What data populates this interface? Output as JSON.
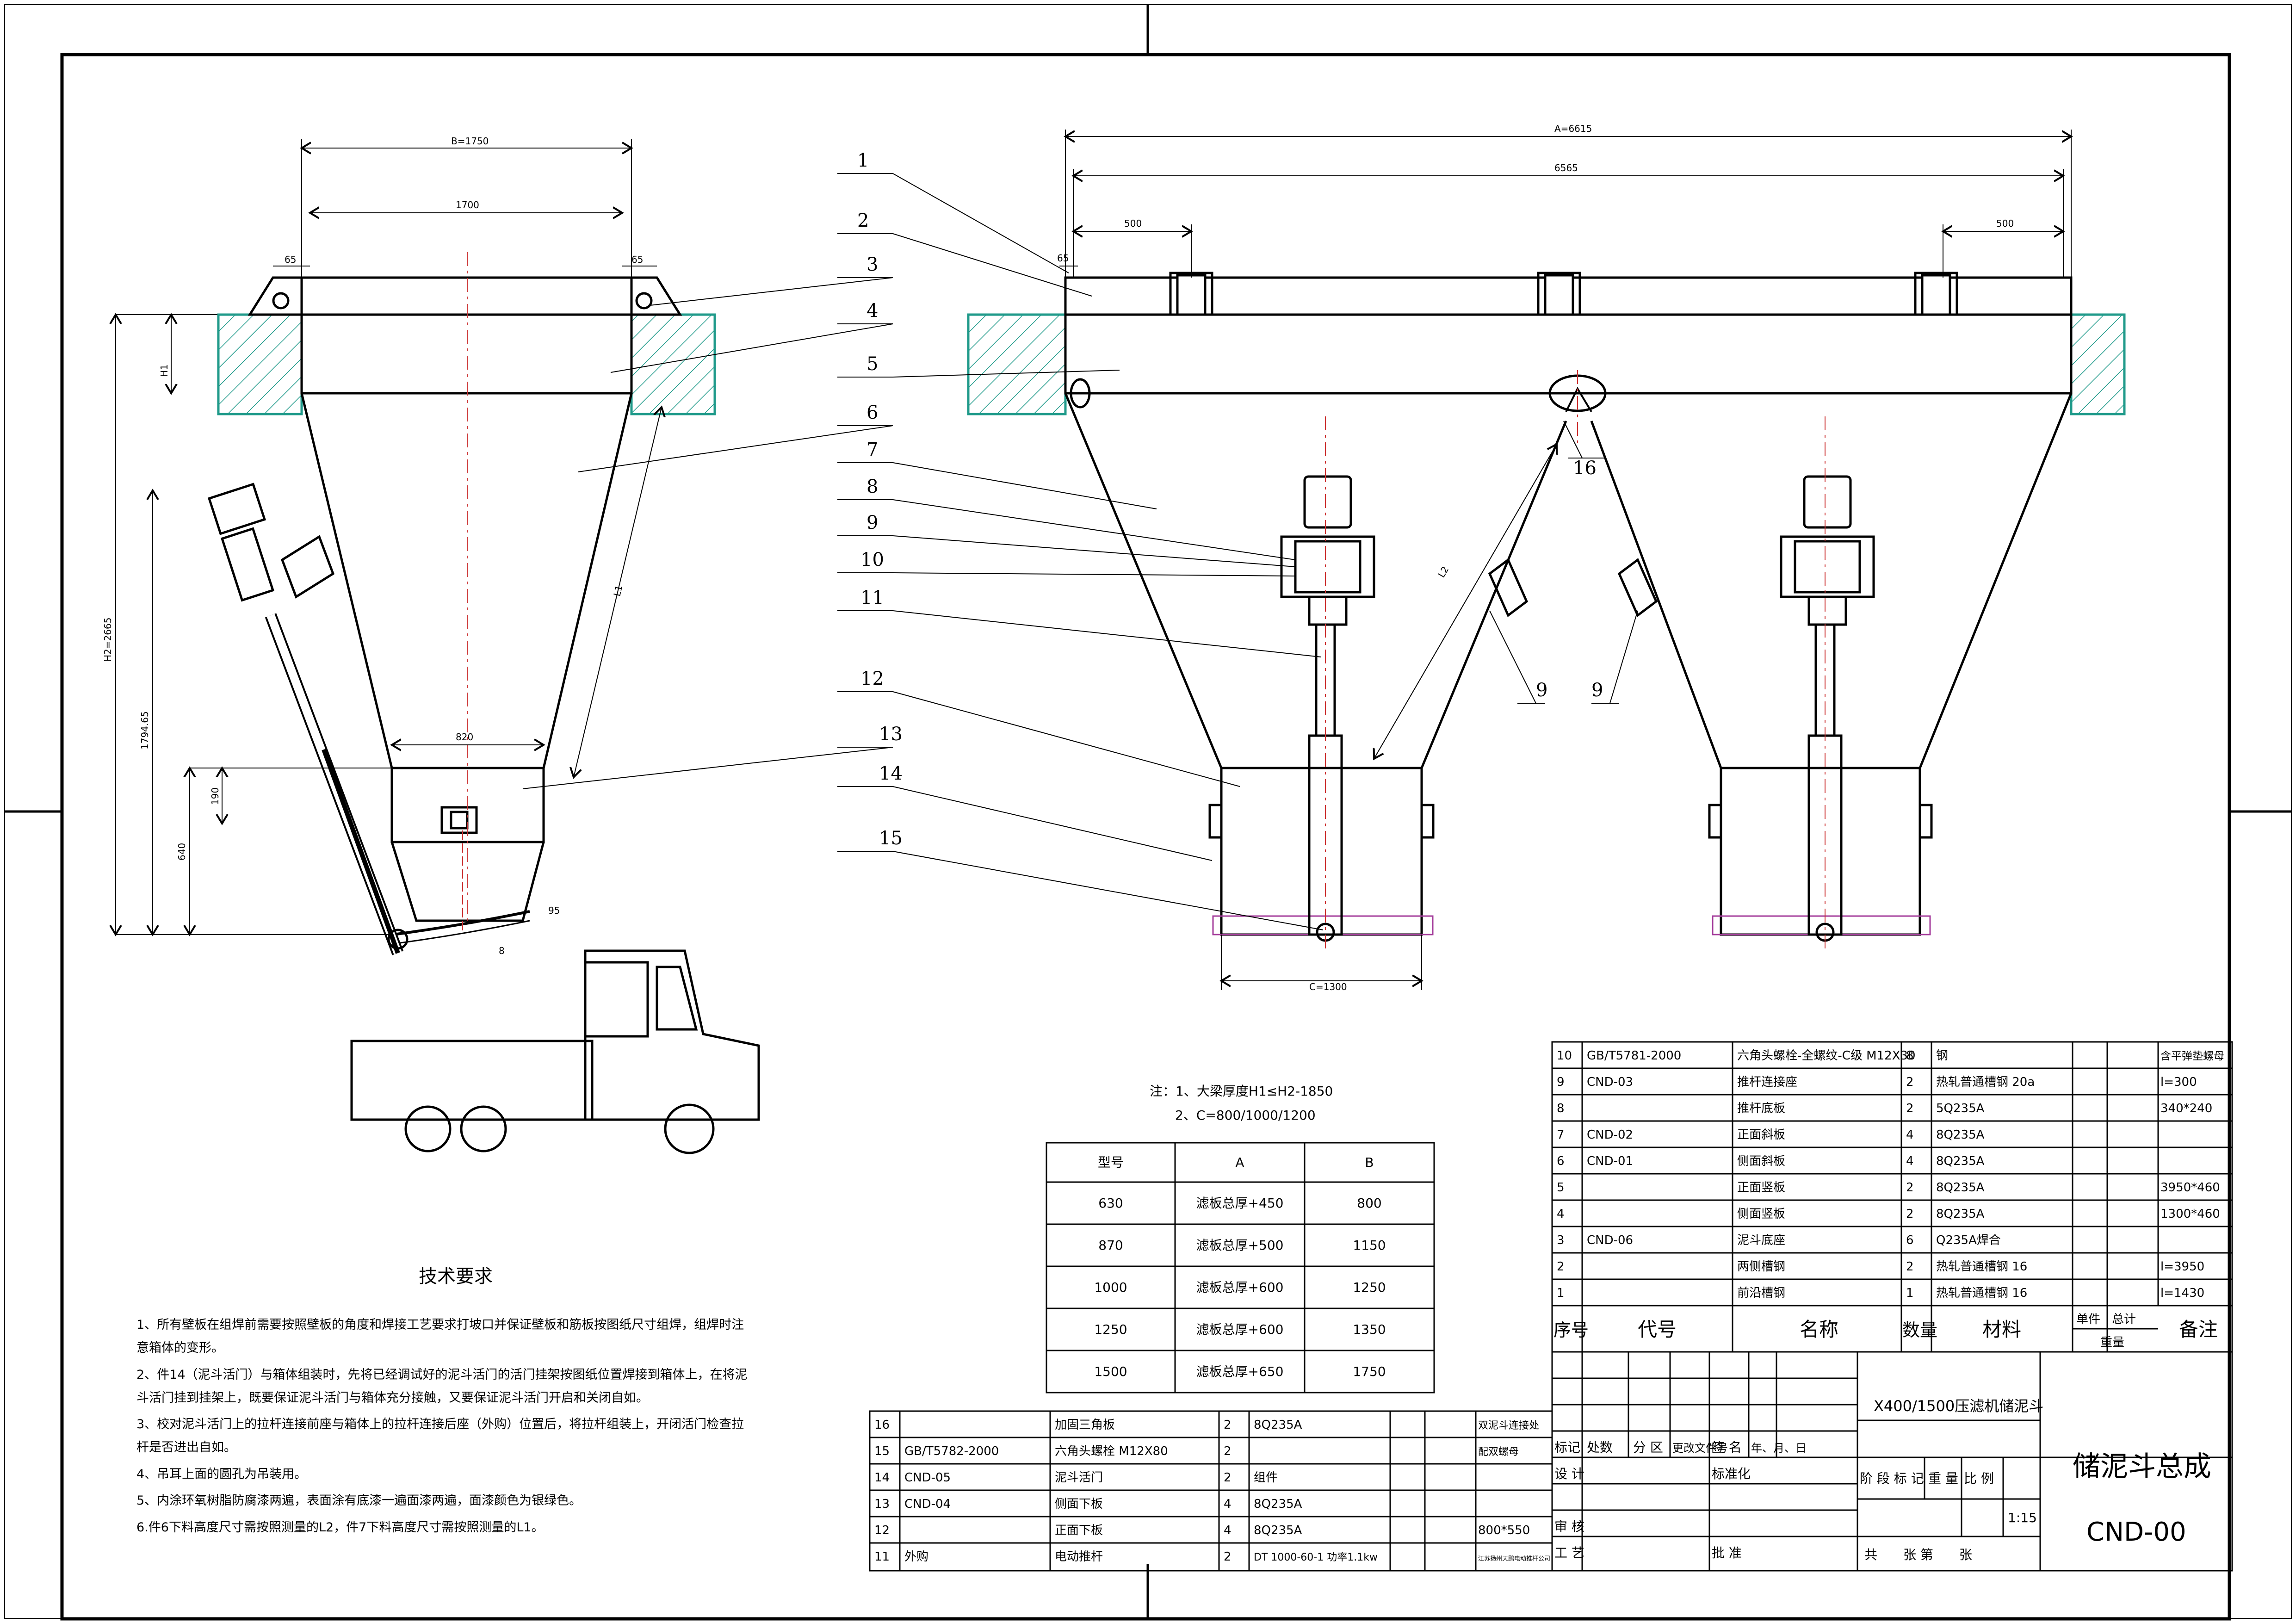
{
  "dimensions": {
    "side_B": "B=1750",
    "side_inner": "1700",
    "side_lug_left": "65",
    "side_lug_right": "65",
    "side_H1": "H1",
    "side_H2": "H2=2665",
    "side_mid": "1794.65",
    "side_L1": "L1",
    "side_820": "820",
    "side_190": "190",
    "side_640": "640",
    "side_8": "8",
    "side_95": "95",
    "front_A": "A=6615",
    "front_6565": "6565",
    "front_500_left": "500",
    "front_500_right": "500",
    "front_65": "65",
    "front_L2": "L2",
    "front_C": "C=1300"
  },
  "callouts": [
    "1",
    "2",
    "3",
    "4",
    "5",
    "6",
    "7",
    "8",
    "9",
    "10",
    "11",
    "12",
    "13",
    "14",
    "15"
  ],
  "callout_16": "16",
  "callout_9a": "9",
  "callout_9b": "9",
  "notes": {
    "line1": "注：1、大梁厚度H1≤H2-1850",
    "line2": "2、C=800/1000/1200"
  },
  "model_table": {
    "headers": [
      "型号",
      "A",
      "B"
    ],
    "rows": [
      [
        "630",
        "滤板总厚+450",
        "800"
      ],
      [
        "870",
        "滤板总厚+500",
        "1150"
      ],
      [
        "1000",
        "滤板总厚+600",
        "1250"
      ],
      [
        "1250",
        "滤板总厚+600",
        "1350"
      ],
      [
        "1500",
        "滤板总厚+650",
        "1750"
      ]
    ]
  },
  "tech_req": {
    "title": "技术要求",
    "lines": [
      "1、所有壁板在组焊前需要按照壁板的角度和焊接工艺要求打坡口并保证壁板和筋板按图纸尺寸组焊，组焊时注",
      "意箱体的变形。",
      "2、件14（泥斗活门）与箱体组装时，先将已经调试好的泥斗活门的活门挂架按图纸位置焊接到箱体上，在将泥",
      "斗活门挂到挂架上，既要保证泥斗活门与箱体充分接触，又要保证泥斗活门开启和关闭自如。",
      "3、校对泥斗活门上的拉杆连接前座与箱体上的拉杆连接后座（外购）位置后，将拉杆组装上，开闭活门检查拉",
      "杆是否进出自如。",
      "4、吊耳上面的圆孔为吊装用。",
      "5、内涂环氧树脂防腐漆两遍，表面涂有底漆一遍面漆两遍，面漆颜色为银绿色。",
      "6.件6下料高度尺寸需按照测量的L2，件7下料高度尺寸需按照测量的L1。"
    ]
  },
  "bom_upper": [
    [
      "10",
      "GB/T5781-2000",
      "六角头螺栓-全螺纹-C级 M12X30",
      "8",
      "钢",
      "",
      "",
      "含平弹垫螺母"
    ],
    [
      "9",
      "CND-03",
      "推杆连接座",
      "2",
      "热轧普通槽钢 20a",
      "",
      "",
      "l=300"
    ],
    [
      "8",
      "",
      "推杆底板",
      "2",
      "5Q235A",
      "",
      "",
      "340*240"
    ],
    [
      "7",
      "CND-02",
      "正面斜板",
      "4",
      "8Q235A",
      "",
      "",
      ""
    ],
    [
      "6",
      "CND-01",
      "侧面斜板",
      "4",
      "8Q235A",
      "",
      "",
      ""
    ],
    [
      "5",
      "",
      "正面竖板",
      "2",
      "8Q235A",
      "",
      "",
      "3950*460"
    ],
    [
      "4",
      "",
      "侧面竖板",
      "2",
      "8Q235A",
      "",
      "",
      "1300*460"
    ],
    [
      "3",
      "CND-06",
      "泥斗底座",
      "6",
      "Q235A焊合",
      "",
      "",
      ""
    ],
    [
      "2",
      "",
      "两侧槽钢",
      "2",
      "热轧普通槽钢 16",
      "",
      "",
      "l=3950"
    ],
    [
      "1",
      "",
      "前沿槽钢",
      "1",
      "热轧普通槽钢 16",
      "",
      "",
      "l=1430"
    ]
  ],
  "bom_header": {
    "seq": "序号",
    "code": "代号",
    "name": "名称",
    "qty": "数量",
    "material": "材料",
    "unit": "单件",
    "total": "总计",
    "weight": "重量",
    "remark": "备注"
  },
  "bom_lower": [
    [
      "16",
      "",
      "加固三角板",
      "2",
      "8Q235A",
      "",
      "",
      "双泥斗连接处"
    ],
    [
      "15",
      "GB/T5782-2000",
      "六角头螺栓 M12X80",
      "2",
      "",
      "",
      "",
      "配双螺母"
    ],
    [
      "14",
      "CND-05",
      "泥斗活门",
      "2",
      "组件",
      "",
      "",
      ""
    ],
    [
      "13",
      "CND-04",
      "侧面下板",
      "4",
      "8Q235A",
      "",
      "",
      ""
    ],
    [
      "12",
      "",
      "正面下板",
      "4",
      "8Q235A",
      "",
      "",
      "800*550"
    ],
    [
      "11",
      "外购",
      "电动推杆",
      "2",
      "DT 1000-60-1 功率1.1kw",
      "",
      "",
      "江苏扬州天鹏电动推杆公司"
    ]
  ],
  "title_block": {
    "project": "X400/1500压滤机储泥斗",
    "drawing_title": "储泥斗总成",
    "drawing_no": "CND-00",
    "scale_value": "1:15",
    "labels": {
      "mark": "标记",
      "count": "处数",
      "zone": "分 区",
      "change_doc": "更改文件号",
      "sign": "签 名",
      "date": "年、月、日",
      "design": "设 计",
      "standardize": "标准化",
      "review": "审 核",
      "process": "工 艺",
      "approve": "批 准",
      "stage_mark": "阶 段 标 记",
      "weight": "重 量",
      "scale": "比 例",
      "sheets": "共　　张 第　　张"
    }
  }
}
